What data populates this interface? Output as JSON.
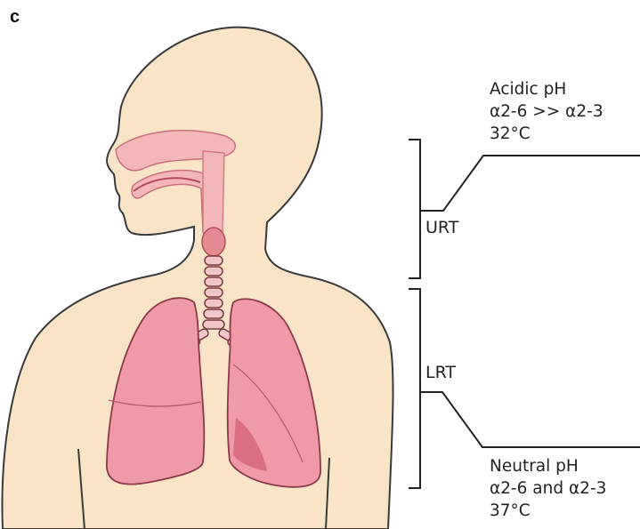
{
  "panel_label": "c",
  "regions": {
    "upper": {
      "label": "URT",
      "lines": [
        "Acidic pH",
        "α2-6 >> α2-3",
        "32°C"
      ]
    },
    "lower": {
      "label": "LRT",
      "lines": [
        "Neutral pH",
        "α2-6 and α2-3",
        "37°C"
      ]
    }
  },
  "colors": {
    "skin": "#f9e4c8",
    "skin_outline": "#3a3a3a",
    "airway": "#f4b7b9",
    "airway_dark": "#e48a93",
    "lung": "#ef9aa6",
    "lung_shade": "#d96f80",
    "line": "#222222"
  }
}
